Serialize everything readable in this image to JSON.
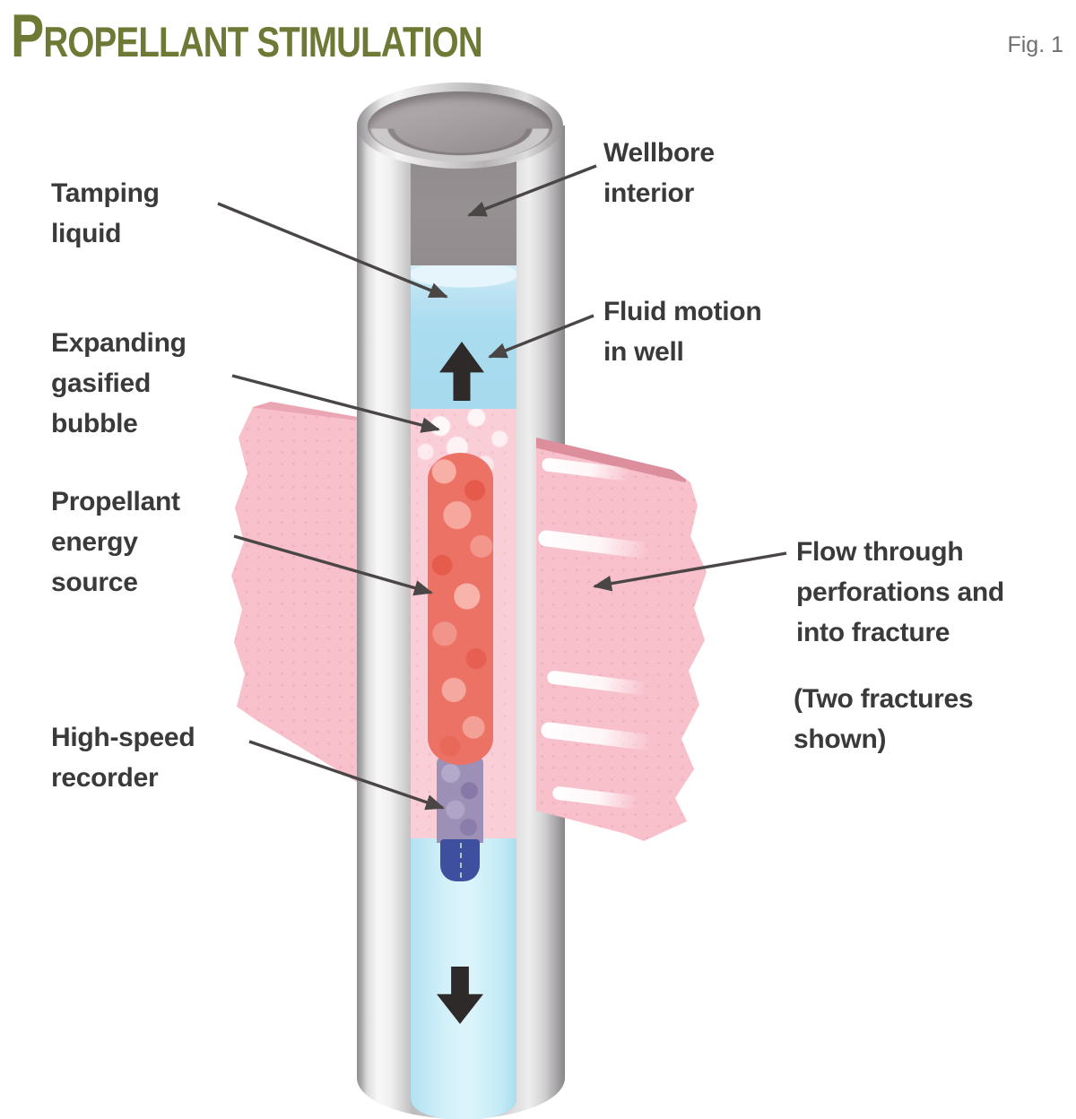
{
  "header": {
    "title_initial": "P",
    "title_rest": "ROPELLANT STIMULATION",
    "figure_label": "Fig. 1"
  },
  "labels": {
    "tamping_liquid": "Tamping\nliquid",
    "expanding_gasified_bubble": "Expanding\ngasified\nbubble",
    "propellant_energy_source": "Propellant\nenergy\nsource",
    "high_speed_recorder": "High-speed\nrecorder",
    "wellbore_interior": "Wellbore\ninterior",
    "fluid_motion_in_well": "Fluid motion\nin well",
    "flow_through_perforations": "Flow through\nperforations and\ninto fracture",
    "two_fractures_note": "(Two fractures\nshown)"
  },
  "diagram": {
    "parts": [
      "wellbore-casing",
      "wellbore-opening",
      "wellbore-interior",
      "tamping-liquid",
      "expanding-gasified-bubble",
      "propellant-energy-source",
      "high-speed-recorder",
      "lower-well-liquid",
      "fracture-left",
      "fracture-right",
      "fluid-up-arrow-icon",
      "fluid-down-arrow-icon"
    ],
    "colors": {
      "title_green": "#6e7935",
      "label_text": "#3a3a3a",
      "figure_label_gray": "#6f6f6f",
      "pointer_arrow": "#4a4646",
      "flow_arrow_black": "#2e2a29",
      "tube_metal_light": "#f6f5f6",
      "tube_metal_dark": "#878587",
      "wellbore_interior_gray": "#938d90",
      "tamping_liquid_blue": "#abdcf0",
      "lower_liquid_cyan": "#c9ecf6",
      "gas_bubble_pink": "#f9ced7",
      "propellant_red": "#ec7266",
      "recorder_purple": "#9c90b6",
      "recorder_tip_blue": "#3e4f9f",
      "fracture_pink": "#f8c0cb",
      "fracture_edge_dark_pink": "#dc8e9d"
    }
  }
}
